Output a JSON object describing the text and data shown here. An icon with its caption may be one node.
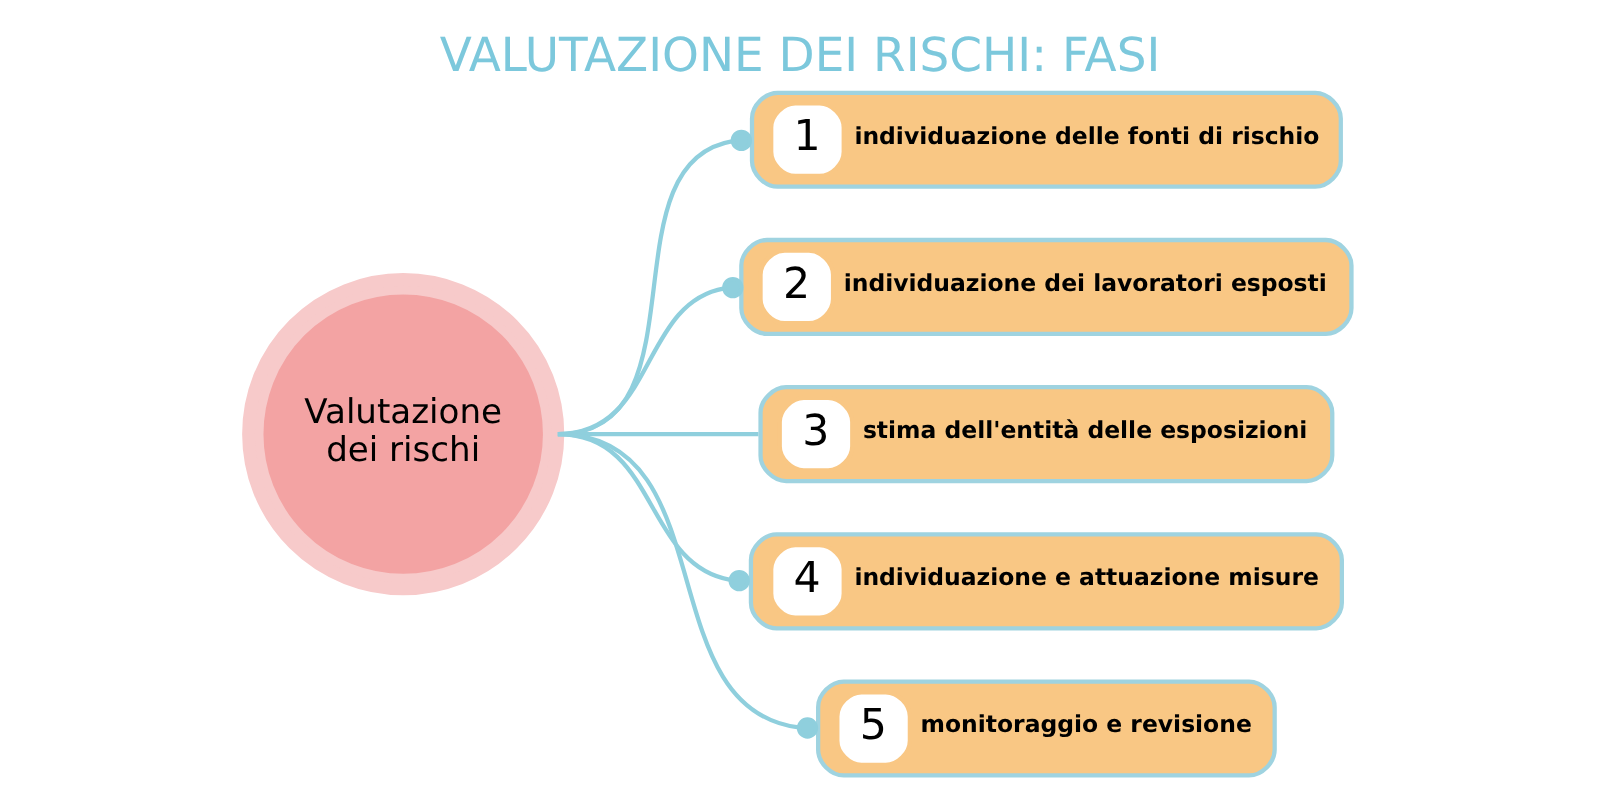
{
  "diagram": {
    "title": "VALUTAZIONE DEI RISCHI: FASI",
    "nodes": [
      {
        "text": [
          "Valutazione dei rischi"
        ]
      },
      {
        "text": [
          "1",
          "individuazione delle fonti di rischio"
        ]
      },
      {
        "text": [
          "2",
          "individuazione dei lavoratori esposti"
        ]
      },
      {
        "text": [
          "3",
          "stima dell'entità delle esposizioni"
        ]
      },
      {
        "text": [
          "4",
          "individuazione e attuazione misure"
        ]
      },
      {
        "text": [
          "5",
          "monitoraggio e revisione"
        ]
      }
    ],
    "edges": [
      {
        "from": 0,
        "to": 1,
        "arrow": "other"
      },
      {
        "from": 0,
        "to": 2,
        "arrow": "other"
      },
      {
        "from": 0,
        "to": 3,
        "arrow": "none"
      },
      {
        "from": 0,
        "to": 4,
        "arrow": "other"
      },
      {
        "from": 0,
        "to": 5,
        "arrow": "other"
      }
    ]
  }
}
